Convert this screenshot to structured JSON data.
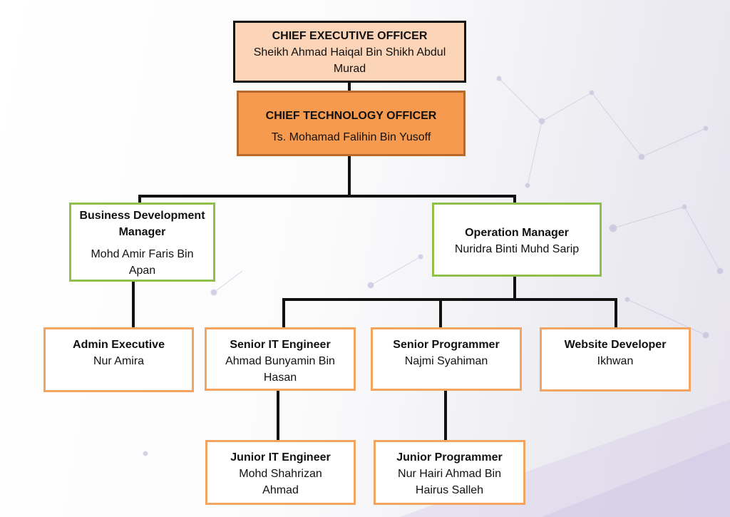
{
  "colors": {
    "ceo_fill": "#fcd5b8",
    "cto_fill": "#f59a4f",
    "manager_border": "#8fc04c",
    "staff_border": "#f3a461",
    "connector": "#111111"
  },
  "nodes": {
    "ceo": {
      "title": "CHIEF EXECUTIVE OFFICER",
      "name": "Sheikh Ahmad Haiqal  Bin Shikh Abdul Murad"
    },
    "cto": {
      "title": "CHIEF TECHNOLOGY OFFICER",
      "name": "Ts. Mohamad Falihin Bin Yusoff"
    },
    "bdm": {
      "title": "Business Development Manager",
      "name": "Mohd Amir Faris Bin Apan"
    },
    "om": {
      "title": "Operation Manager",
      "name": "Nuridra Binti Muhd Sarip"
    },
    "admin": {
      "title": "Admin Executive",
      "name": "Nur Amira"
    },
    "sit": {
      "title": "Senior IT Engineer",
      "name": "Ahmad Bunyamin Bin Hasan"
    },
    "sp": {
      "title": "Senior Programmer",
      "name": "Najmi Syahiman"
    },
    "wd": {
      "title": "Website Developer",
      "name": "Ikhwan"
    },
    "jit": {
      "title": "Junior IT Engineer",
      "name": "Mohd Shahrizan Ahmad"
    },
    "jp": {
      "title": "Junior Programmer",
      "name": "Nur Hairi Ahmad Bin Hairus Salleh"
    }
  }
}
